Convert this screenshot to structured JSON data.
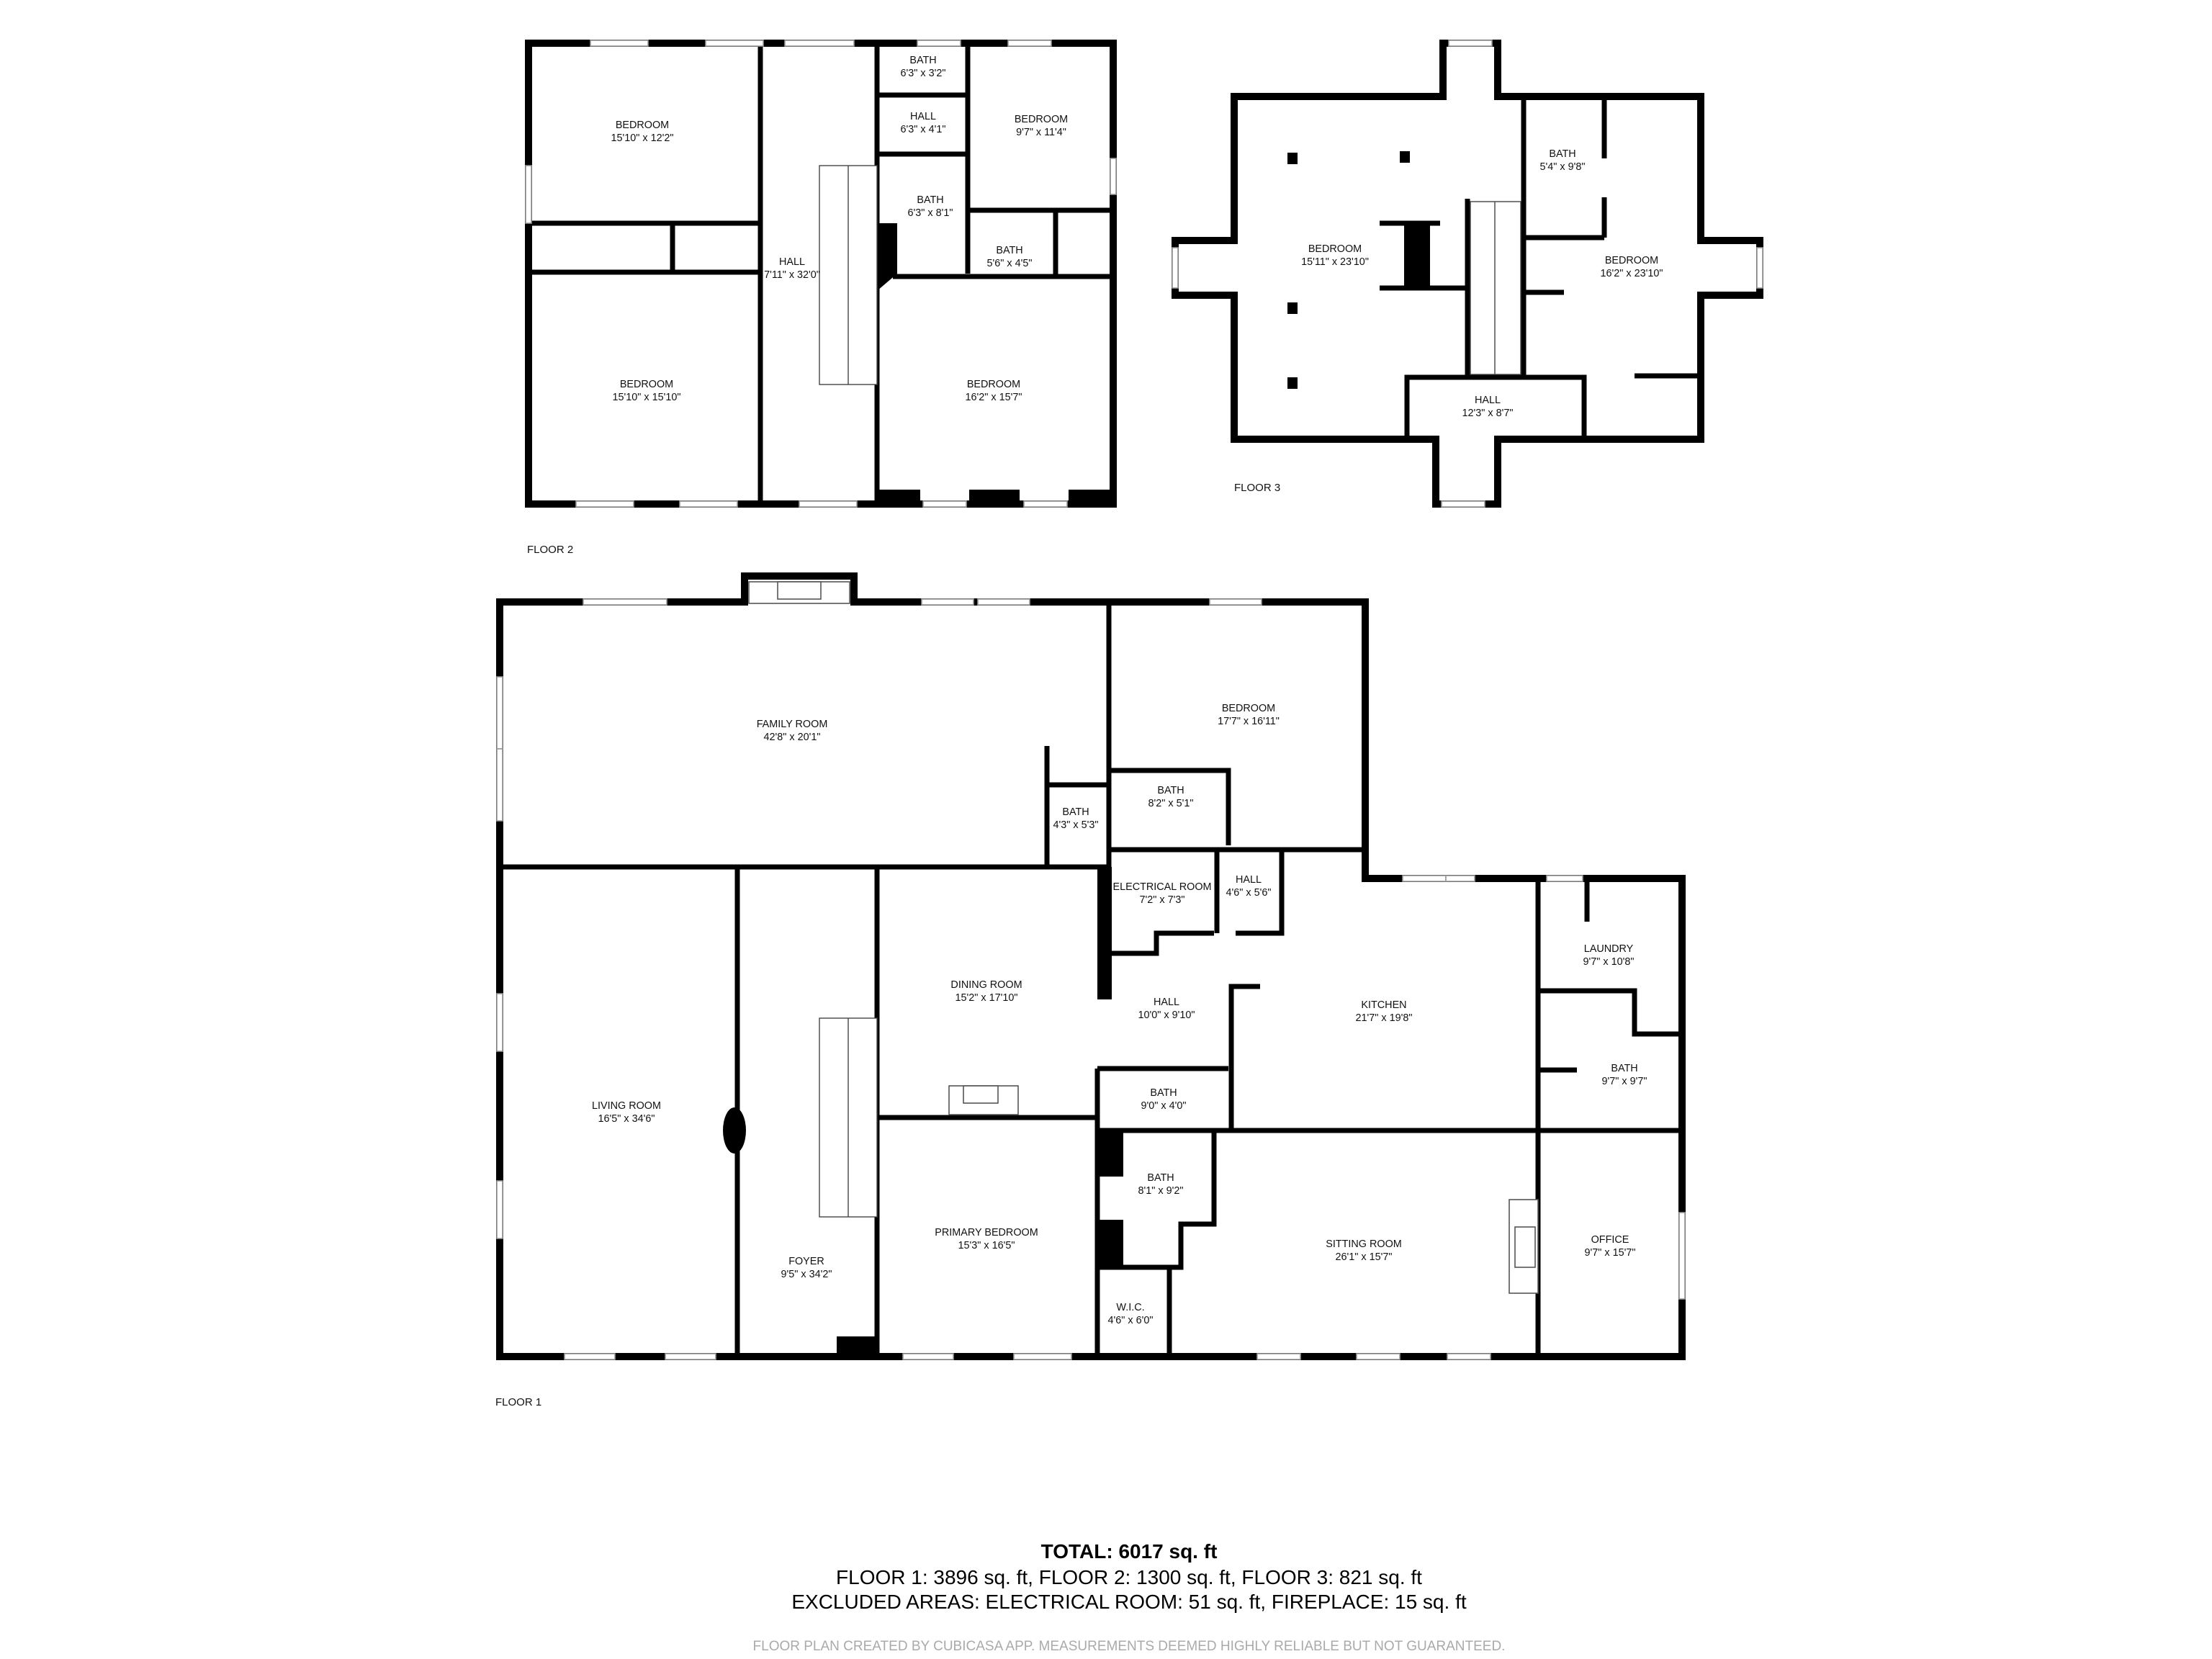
{
  "floor2": {
    "label": "FLOOR 2",
    "rooms": [
      {
        "name": "BEDROOM",
        "dims": "15'10\" x 12'2\""
      },
      {
        "name": "BEDROOM",
        "dims": "15'10\" x 15'10\""
      },
      {
        "name": "HALL",
        "dims": "7'11\" x 32'0\""
      },
      {
        "name": "BATH",
        "dims": "6'3\" x 3'2\""
      },
      {
        "name": "HALL",
        "dims": "6'3\" x 4'1\""
      },
      {
        "name": "BATH",
        "dims": "6'3\" x 8'1\""
      },
      {
        "name": "BEDROOM",
        "dims": "9'7\" x 11'4\""
      },
      {
        "name": "BATH",
        "dims": "5'6\" x 4'5\""
      },
      {
        "name": "BEDROOM",
        "dims": "16'2\" x 15'7\""
      }
    ]
  },
  "floor3": {
    "label": "FLOOR 3",
    "rooms": [
      {
        "name": "BEDROOM",
        "dims": "15'11\" x 23'10\""
      },
      {
        "name": "BATH",
        "dims": "5'4\" x 9'8\""
      },
      {
        "name": "BEDROOM",
        "dims": "16'2\" x 23'10\""
      },
      {
        "name": "HALL",
        "dims": "12'3\" x 8'7\""
      }
    ]
  },
  "floor1": {
    "label": "FLOOR 1",
    "rooms": [
      {
        "name": "FAMILY ROOM",
        "dims": "42'8\" x 20'1\""
      },
      {
        "name": "BEDROOM",
        "dims": "17'7\" x 16'11\""
      },
      {
        "name": "BATH",
        "dims": "8'2\" x 5'1\""
      },
      {
        "name": "BATH",
        "dims": "4'3\" x 5'3\""
      },
      {
        "name": "ELECTRICAL ROOM",
        "dims": "7'2\" x 7'3\""
      },
      {
        "name": "HALL",
        "dims": "4'6\" x 5'6\""
      },
      {
        "name": "DINING ROOM",
        "dims": "15'2\" x 17'10\""
      },
      {
        "name": "HALL",
        "dims": "10'0\" x 9'10\""
      },
      {
        "name": "KITCHEN",
        "dims": "21'7\" x 19'8\""
      },
      {
        "name": "LAUNDRY",
        "dims": "9'7\" x 10'8\""
      },
      {
        "name": "BATH",
        "dims": "9'7\" x 9'7\""
      },
      {
        "name": "LIVING ROOM",
        "dims": "16'5\" x 34'6\""
      },
      {
        "name": "BATH",
        "dims": "9'0\" x 4'0\""
      },
      {
        "name": "BATH",
        "dims": "8'1\" x 9'2\""
      },
      {
        "name": "PRIMARY BEDROOM",
        "dims": "15'3\" x 16'5\""
      },
      {
        "name": "FOYER",
        "dims": "9'5\" x 34'2\""
      },
      {
        "name": "SITTING ROOM",
        "dims": "26'1\" x 15'7\""
      },
      {
        "name": "OFFICE",
        "dims": "9'7\" x 15'7\""
      },
      {
        "name": "W.I.C.",
        "dims": "4'6\" x 6'0\""
      }
    ]
  },
  "summary": {
    "total": "TOTAL: 6017 sq. ft",
    "floors": "FLOOR 1: 3896 sq. ft, FLOOR 2: 1300 sq. ft, FLOOR 3: 821 sq. ft",
    "excluded": "EXCLUDED AREAS: ELECTRICAL ROOM: 51 sq. ft, FIREPLACE: 15 sq. ft",
    "disclaimer": "FLOOR PLAN CREATED BY CUBICASA APP. MEASUREMENTS DEEMED HIGHLY RELIABLE BUT NOT GUARANTEED."
  }
}
